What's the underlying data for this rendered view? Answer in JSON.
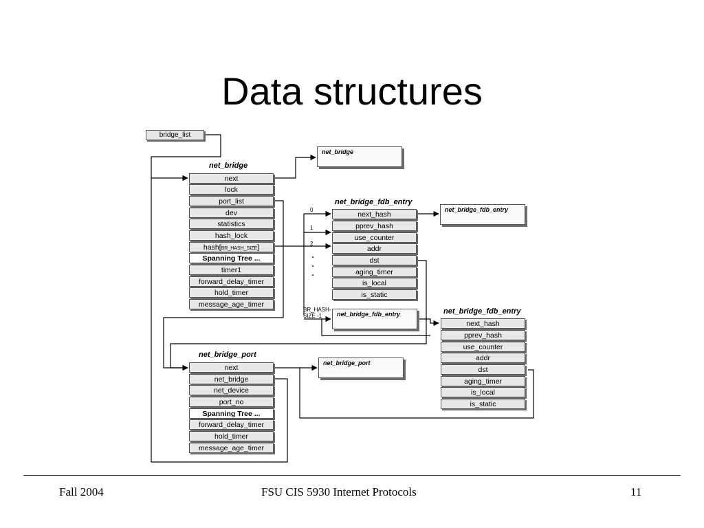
{
  "slide": {
    "title": "Data structures",
    "footer_left": "Fall 2004",
    "footer_center": "FSU CIS 5930 Internet Protocols",
    "footer_right": "11"
  },
  "diagram": {
    "bridge_list": "bridge_list",
    "net_bridge": {
      "label": "net_bridge",
      "fields": [
        "next",
        "lock",
        "port_list",
        "dev",
        "statistics",
        "hash_lock"
      ],
      "hash_field": "hash[",
      "hash_size": "BR_HASH_SIZE",
      "hash_close": "]",
      "spanning": "Spanning Tree ...",
      "stp_fields": [
        "timer1",
        "forward_delay_timer",
        "hold_timer",
        "message_age_timer"
      ]
    },
    "net_bridge_ref": "net_bridge",
    "fdb_entry_1": {
      "label": "net_bridge_fdb_entry",
      "fields": [
        "next_hash",
        "pprev_hash",
        "use_counter",
        "addr",
        "dst",
        "aging_timer",
        "is_local",
        "is_static"
      ]
    },
    "fdb_entry_ref_right": "net_bridge_fdb_entry",
    "fdb_entry_ref_bottom": "net_bridge_fdb_entry",
    "fdb_entry_2": {
      "label": "net_bridge_fdb_entry",
      "fields": [
        "next_hash",
        "pprev_hash",
        "use_counter",
        "addr",
        "dst",
        "aging_timer",
        "is_local",
        "is_static"
      ]
    },
    "net_bridge_port": {
      "label": "net_bridge_port",
      "fields": [
        "next",
        "net_bridge",
        "net_device",
        "port_no"
      ],
      "spanning": "Spanning Tree ...",
      "stp_fields": [
        "forward_delay_timer",
        "hold_timer",
        "message_age_timer"
      ]
    },
    "net_bridge_port_ref": "net_bridge_port",
    "hash_index": {
      "i0": "0",
      "i1": "1",
      "i2": "2",
      "ilast_1": "BR_HASH-",
      "ilast_2": "SIZE -1",
      "dots": "."
    }
  }
}
